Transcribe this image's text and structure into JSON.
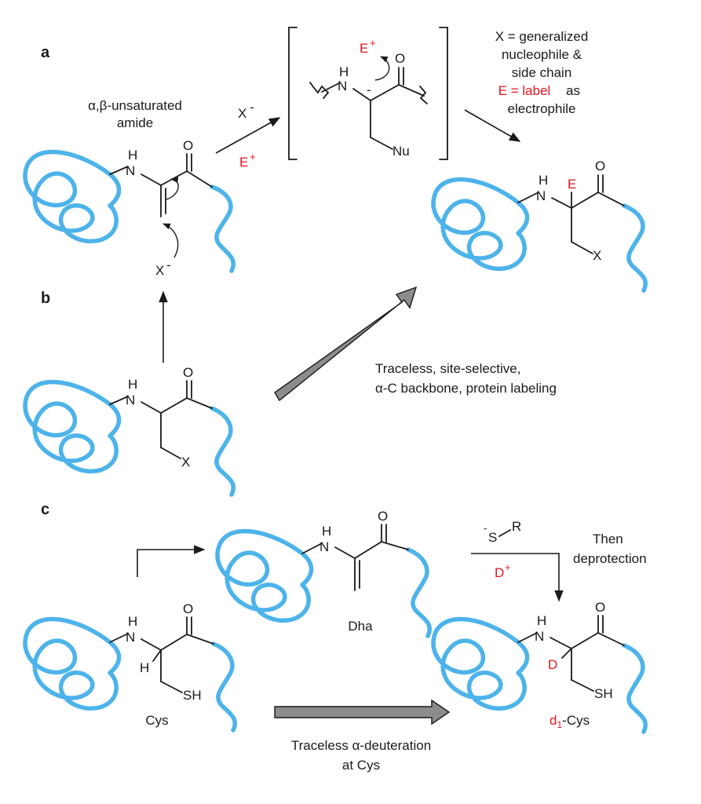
{
  "panels": {
    "a": "a",
    "b": "b",
    "c": "c"
  },
  "atoms": {
    "N": "N",
    "H": "H",
    "O": "O",
    "X": "X",
    "Nu": "Nu",
    "SH": "SH",
    "D": "D",
    "E": "E",
    "R": "R",
    "S": "S"
  },
  "panel_a": {
    "unsaturated_label_1": "α,β-unsaturated",
    "unsaturated_label_2": "amide",
    "nucleophile_label": "X",
    "charge_minus": "-",
    "electrophile_label": "E",
    "charge_plus": "+",
    "info_line1": "X = generalized",
    "info_line2": "nucleophile &",
    "info_line3": "side chain",
    "info_line4_red": "E = label",
    "info_line4_tail": "as",
    "info_line5": "electrophile"
  },
  "panel_b": {
    "caption_line1": "Traceless, site-selective,",
    "caption_line2": "α-C backbone, protein labeling"
  },
  "panel_c": {
    "thiolate_s": "S",
    "thiolate_r": "R",
    "deuterium_source": "D",
    "then_line1": "Then",
    "then_line2": "deprotection",
    "dha_label": "Dha",
    "cys_label": "Cys",
    "d1cys_prefix": "d",
    "d1cys_sub": "1",
    "d1cys_suffix": "-Cys",
    "caption_line1": "Traceless α-deuteration",
    "caption_line2": "at Cys"
  },
  "colors": {
    "protein_coil": "#4db3ea",
    "label_red": "#e8141c",
    "arrow_gray": "#8c8c8c"
  }
}
